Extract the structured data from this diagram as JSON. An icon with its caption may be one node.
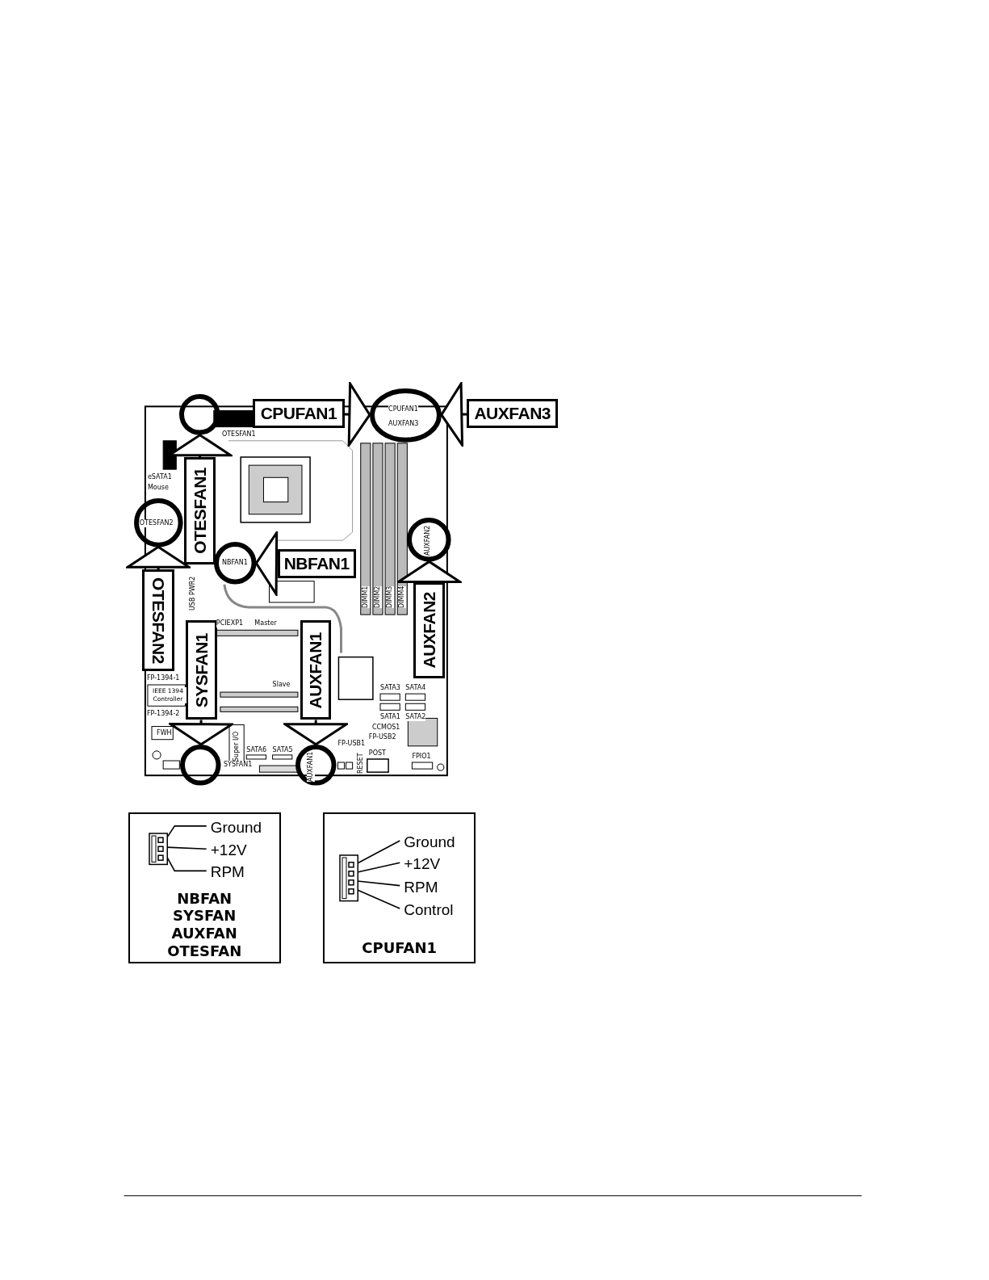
{
  "diagram": {
    "nodes": [
      {
        "text": [],
        "shape": "circle"
      },
      {
        "text": [],
        "shape": "ellipse"
      },
      {
        "text": [],
        "shape": "circle"
      },
      {
        "text": [],
        "shape": "circle"
      },
      {
        "text": [],
        "shape": "circle"
      },
      {
        "text": [],
        "shape": "circle"
      },
      {
        "text": [],
        "shape": "circle"
      },
      {
        "text": [
          "CPUFAN1"
        ]
      },
      {
        "text": [
          "AUXFAN3"
        ]
      },
      {
        "text": [
          "OTESFAN1"
        ]
      },
      {
        "text": [
          "OTESFAN2"
        ]
      },
      {
        "text": [
          "NBFAN1"
        ]
      },
      {
        "text": [
          "AUXFAN2"
        ]
      },
      {
        "text": [
          "SYSFAN1"
        ]
      },
      {
        "text": [
          "AUXFAN1"
        ]
      },
      {
        "text": [
          "NBFAN",
          "SYSFAN",
          "AUXFAN",
          "OTESFAN"
        ]
      },
      {
        "text": [],
        "shape": "box",
        "in": 15
      },
      {
        "text": [
          "Ground"
        ],
        "in": 15
      },
      {
        "text": [
          "+12V"
        ],
        "in": 15
      },
      {
        "text": [
          "RPM"
        ],
        "in": 15
      },
      {
        "text": [
          "CPUFAN1"
        ]
      },
      {
        "text": [],
        "shape": "box",
        "in": 20
      },
      {
        "text": [
          "Ground"
        ],
        "in": 20
      },
      {
        "text": [
          "+12V"
        ],
        "in": 20
      },
      {
        "text": [
          "RPM"
        ],
        "in": 20
      },
      {
        "text": [
          "Control"
        ],
        "in": 20
      }
    ],
    "edges": [
      {
        "from": 7,
        "to": 1,
        "arrow": "to"
      },
      {
        "from": 8,
        "to": 1,
        "arrow": "to"
      },
      {
        "from": 9,
        "to": 0,
        "arrow": "to"
      },
      {
        "from": 10,
        "to": 2,
        "arrow": "to"
      },
      {
        "from": 11,
        "to": 3,
        "arrow": "to"
      },
      {
        "from": 12,
        "to": 4,
        "arrow": "to"
      },
      {
        "from": 13,
        "to": 5,
        "arrow": "to"
      },
      {
        "from": 14,
        "to": 6,
        "arrow": "to"
      },
      {
        "from": 17,
        "to": 16,
        "arrow": "none"
      },
      {
        "from": 18,
        "to": 16,
        "arrow": "none"
      },
      {
        "from": 19,
        "to": 16,
        "arrow": "none"
      },
      {
        "from": 22,
        "to": 21,
        "arrow": "none"
      },
      {
        "from": 23,
        "to": 21,
        "arrow": "none"
      },
      {
        "from": 24,
        "to": 21,
        "arrow": "none"
      },
      {
        "from": 25,
        "to": 21,
        "arrow": "none"
      }
    ],
    "labels": [
      "OTESFAN1",
      "CPUFAN1",
      "AUXFAN3",
      "eSATA1",
      "Mouse",
      "OTESFAN2",
      "AUXFAN2",
      "NBFAN1",
      "USB PWR2",
      "DIMM1",
      "DIMM2",
      "DIMM3",
      "DIMM4",
      "PCIEXP1",
      "Master",
      "FP-1394-1",
      "Slave",
      "SATA3",
      "SATA4",
      "IEEE 1394 Controller",
      "FP-1394-2",
      "SATA1",
      "SATA2",
      "CCMOS1",
      "FWH",
      "FP-USB2",
      "FP-USB1",
      "SATA6",
      "SATA5",
      "Super I/O",
      "POST",
      "FPIO1",
      "SYSFAN1",
      "AUXFAN1",
      "RESET"
    ]
  }
}
